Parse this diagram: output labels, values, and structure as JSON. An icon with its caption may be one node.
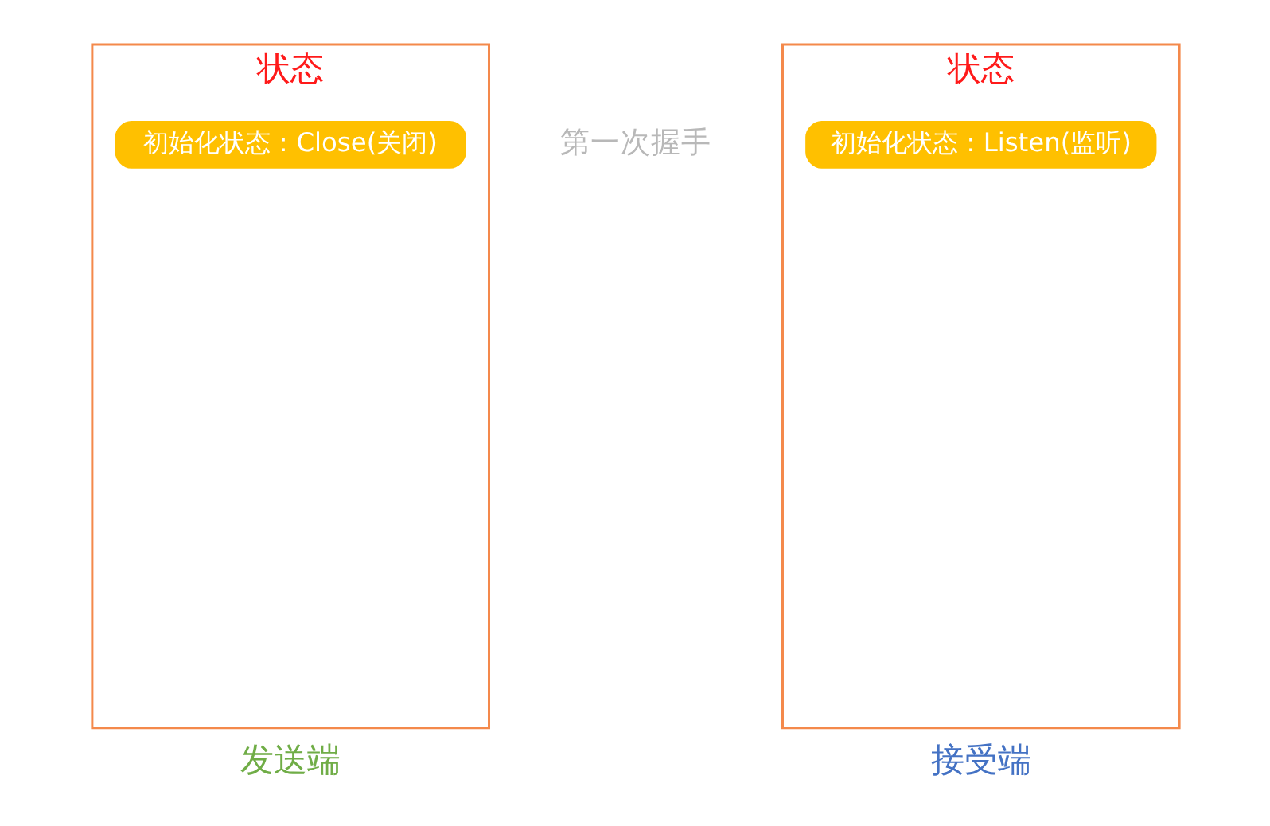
{
  "diagram": {
    "nodes": [
      {
        "text": [
          "状态"
        ],
        "beside": [
          "发送端"
        ]
      },
      {
        "text": [
          "初始化状态：Close(关闭)"
        ],
        "in": 0
      },
      {
        "text": [
          "状态"
        ],
        "beside": [
          "接受端"
        ]
      },
      {
        "text": [
          "初始化状态：Listen(监听)"
        ],
        "in": 2
      }
    ],
    "labels": [
      "第一次握手"
    ]
  }
}
